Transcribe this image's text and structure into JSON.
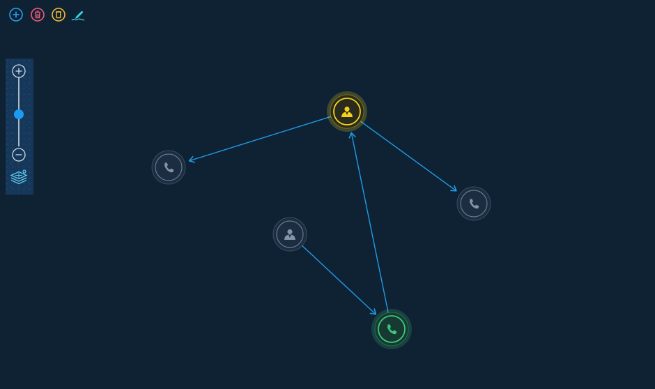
{
  "toolbar": {
    "items": [
      {
        "icon": "plus-circle-icon",
        "color": "#2a9ff0"
      },
      {
        "icon": "trash-icon",
        "color": "#f25a7a"
      },
      {
        "icon": "clear-icon",
        "color": "#f5b82e"
      },
      {
        "icon": "edit-pen-icon",
        "color": "#38d4e8"
      }
    ]
  },
  "zoom": {
    "level": 0.54,
    "zoom_in_icon": "plus-icon",
    "zoom_out_icon": "minus-icon",
    "layers_icon": "layers-icon"
  },
  "graph": {
    "colors": {
      "background": "#0f2233",
      "edge": "#1f9be6",
      "default_node": "#8393a8",
      "selected_node": "#f2d21a",
      "active_node": "#3ec77a"
    },
    "nodes": [
      {
        "id": "person-main",
        "type": "person",
        "state": "selected"
      },
      {
        "id": "phone-left",
        "type": "phone",
        "state": "default"
      },
      {
        "id": "phone-right",
        "type": "phone",
        "state": "default"
      },
      {
        "id": "person-secondary",
        "type": "person",
        "state": "default"
      },
      {
        "id": "phone-bottom",
        "type": "phone",
        "state": "active"
      }
    ],
    "edges": [
      {
        "from": "person-main",
        "to": "phone-left"
      },
      {
        "from": "person-main",
        "to": "phone-right"
      },
      {
        "from": "phone-bottom",
        "to": "person-main"
      },
      {
        "from": "person-secondary",
        "to": "phone-bottom"
      }
    ]
  }
}
